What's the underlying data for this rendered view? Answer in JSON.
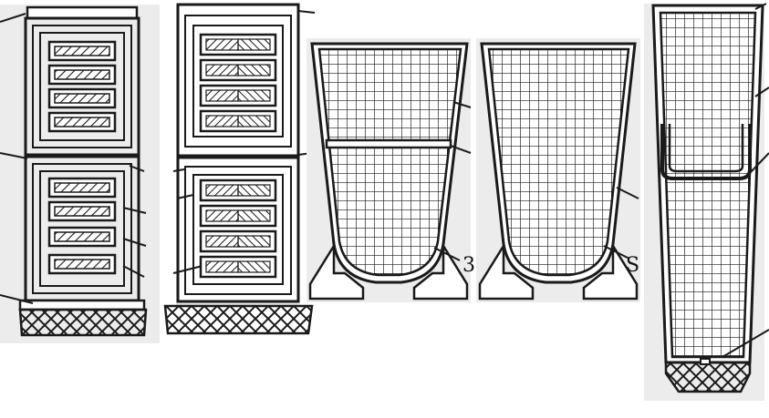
{
  "figure": {
    "panels": [
      {
        "id": "panel-1",
        "kind": "two-section frame with slotted cores",
        "label": ""
      },
      {
        "id": "panel-2",
        "kind": "two-section frame with chevron-hatched cores",
        "label": ""
      },
      {
        "id": "panel-3",
        "kind": "tapered mesh vessel with inner partition",
        "label": "3"
      },
      {
        "id": "panel-4",
        "kind": "tapered mesh vessel",
        "label": "S"
      },
      {
        "id": "panel-5",
        "kind": "tall mesh vessel with inner basket",
        "label": ""
      }
    ],
    "colors": {
      "ink": "#1a1a1a",
      "paper": "#ffffff",
      "shade": "#ececec"
    }
  }
}
